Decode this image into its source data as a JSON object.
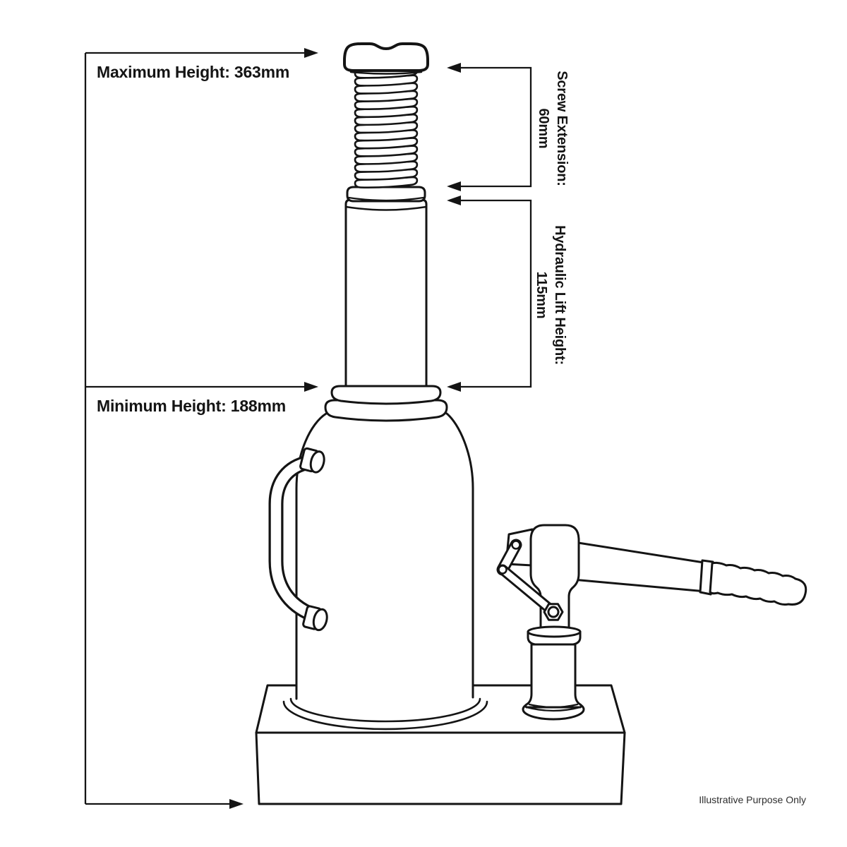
{
  "colors": {
    "background": "#ffffff",
    "line": "#141414",
    "text": "#141414"
  },
  "diagram": {
    "subject": "hydraulic bottle jack line drawing",
    "labels": {
      "max_height": "Maximum Height: 363mm",
      "min_height": "Minimum Height: 188mm",
      "screw_extension_line1": "Screw Extension:",
      "screw_extension_line2": "60mm",
      "hydraulic_lift_line1": "Hydraulic Lift Height:",
      "hydraulic_lift_line2": "115mm",
      "footer_note": "Illustrative Purpose Only"
    }
  }
}
